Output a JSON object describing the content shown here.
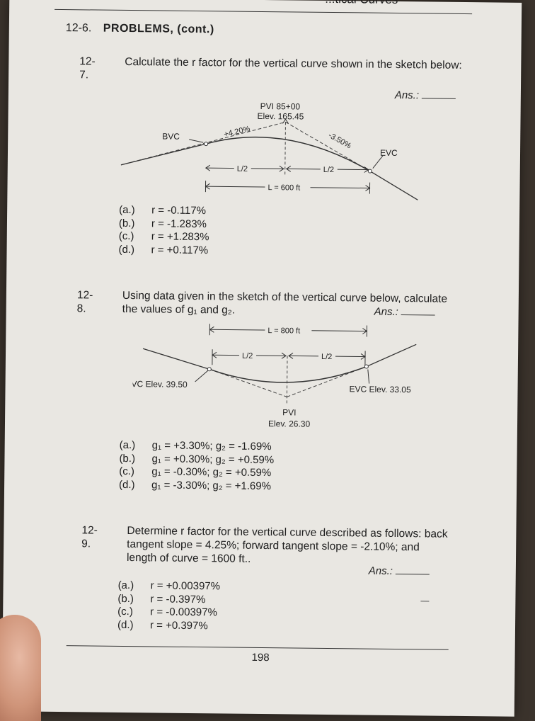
{
  "header": {
    "title": "...tical Curves",
    "section_number": "12-6.",
    "section_title": "PROBLEMS, (cont.)"
  },
  "p7": {
    "number": "12-7.",
    "text": "Calculate the r factor for the vertical curve shown in the sketch below:",
    "ans": "Ans.:",
    "diagram": {
      "pvi": "PVI 85+00",
      "elev": "Elev. 165.45",
      "bvc": "BVC",
      "evc": "EVC",
      "g1": "+4.20%",
      "g2": "-3.50%",
      "half1": "L/2",
      "half2": "L/2",
      "length": "L = 600 ft"
    },
    "choices": [
      {
        "label": "(a.)",
        "text": "r = -0.117%"
      },
      {
        "label": "(b.)",
        "text": "r = -1.283%"
      },
      {
        "label": "(c.)",
        "text": "r = +1.283%"
      },
      {
        "label": "(d.)",
        "text": "r = +0.117%"
      }
    ]
  },
  "p8": {
    "number": "12-8.",
    "text": "Using data given in the sketch of the vertical curve below, calculate the values of g₁ and g₂.",
    "ans": "Ans.:",
    "diagram": {
      "length": "L = 800 ft",
      "half1": "L/2",
      "half2": "L/2",
      "bvc": "BVC Elev. 39.50",
      "evc": "EVC Elev. 33.05",
      "pvi": "PVI",
      "pvi_elev": "Elev. 26.30"
    },
    "choices": [
      {
        "label": "(a.)",
        "text": "g₁ = +3.30%;  g₂ = -1.69%"
      },
      {
        "label": "(b.)",
        "text": "g₁ = +0.30%;  g₂ = +0.59%"
      },
      {
        "label": "(c.)",
        "text": "g₁ = -0.30%;  g₂ = +0.59%"
      },
      {
        "label": "(d.)",
        "text": "g₁ = -3.30%;  g₂ = +1.69%"
      }
    ]
  },
  "p9": {
    "number": "12-9.",
    "text": "Determine r factor for the vertical curve described as follows: back tangent slope = 4.25%; forward tangent slope = -2.10%; and length of curve = 1600 ft..",
    "ans": "Ans.:",
    "choices": [
      {
        "label": "(a.)",
        "text": "r = +0.00397%"
      },
      {
        "label": "(b.)",
        "text": "r = -0.397%"
      },
      {
        "label": "(c.)",
        "text": "r = -0.00397%"
      },
      {
        "label": "(d.)",
        "text": "r = +0.397%"
      }
    ]
  },
  "footer": {
    "page_number": "198"
  }
}
